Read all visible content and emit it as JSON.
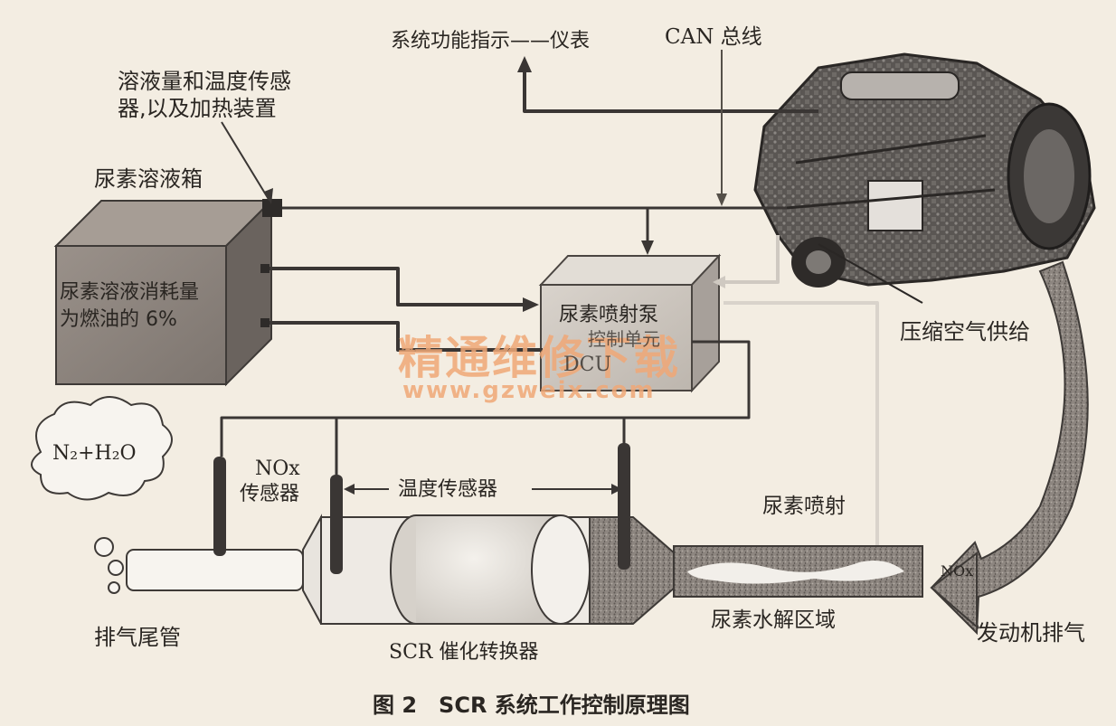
{
  "labels": {
    "indicator": "系统功能指示——仪表",
    "can_bus": "CAN 总线",
    "sensor_line1": "溶液量和温度传感",
    "sensor_line2": "器,以及加热装置",
    "tank_title": "尿素溶液箱",
    "tank_text_line1": "尿素溶液消耗量",
    "tank_text_line2": "为燃油的 6%",
    "pump_line1": "尿素喷射泵",
    "pump_line2": "控制单元",
    "pump_line3": "DCU",
    "air_supply": "压缩空气供给",
    "nox_sensor_line1": "NOx",
    "nox_sensor_line2": "传感器",
    "temp_sensor": "温度传感器",
    "urea_injection": "尿素喷射",
    "n2_h2o": "N₂+H₂O",
    "tailpipe": "排气尾管",
    "scr_converter": "SCR 催化转换器",
    "hydrolysis_zone": "尿素水解区域",
    "engine_exhaust": "发动机排气",
    "nox_flow": "NOx"
  },
  "watermark": {
    "cn": "精通维修下载",
    "url": "www.gzweix.com"
  },
  "caption": "图 2　SCR 系统工作控制原理图"
}
